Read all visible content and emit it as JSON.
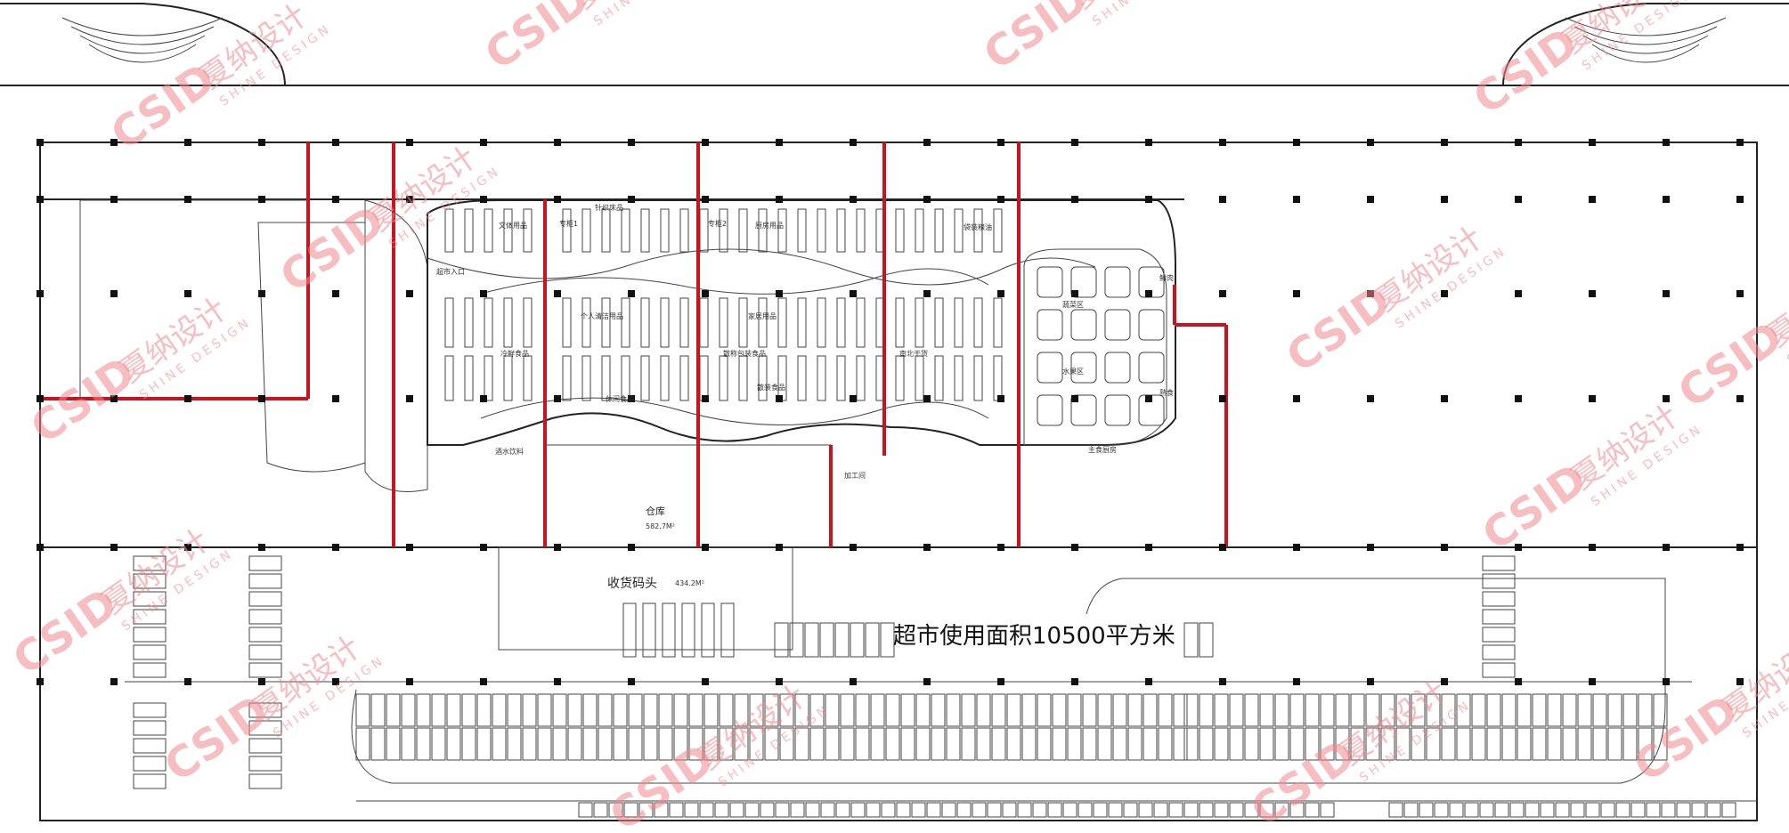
{
  "plan": {
    "caption": "超市使用面积10500平方米",
    "areas": {
      "warehouse": "仓库",
      "warehouse_size": "582.7M²",
      "receiving_dock": "收货码头",
      "receiving_dock_size": "434.2M²",
      "entrance": "超市入口",
      "frozen_food": "冷鲜食品",
      "beverages": "酒水饮料",
      "snacks": "休闲食品",
      "personal_care": "个人清洁用品",
      "household": "家居用品",
      "packaged_food": "散称包装食品",
      "bulk_food": "散装食品",
      "dry_goods": "南北干货",
      "vegetables": "蔬菜区",
      "fruits": "水果区",
      "fresh_meat": "鲜肉",
      "deli": "熟食",
      "staple_kitchen": "主食厨房",
      "processing_room": "加工间",
      "counter_1": "专柜1",
      "counter_2": "专柜2",
      "textiles": "针织床品",
      "kitchenware": "厨房用品",
      "stationery": "文体用品",
      "grain_oil": "袋装粮油"
    }
  },
  "watermark": {
    "logo": "CSID",
    "name": "夏纳设计",
    "sub": "SHINE DESIGN",
    "color": "#f08a8f"
  },
  "colors": {
    "partition": "#c8141e",
    "wall": "#222222"
  }
}
